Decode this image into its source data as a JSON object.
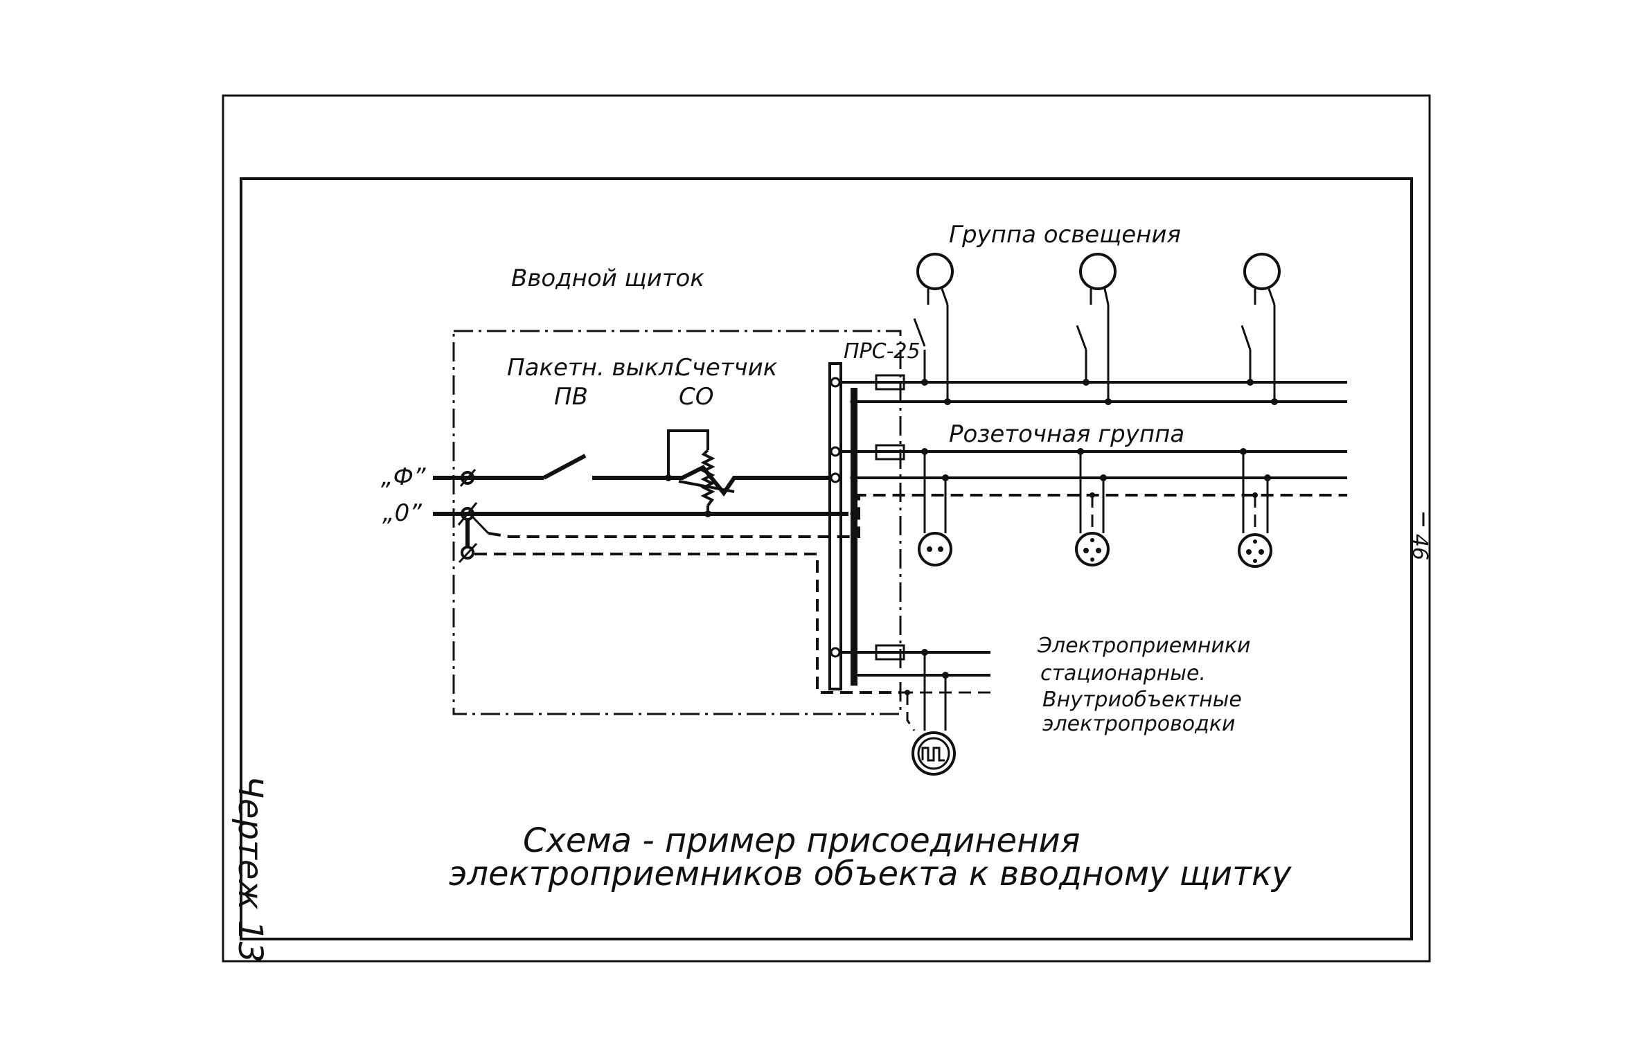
{
  "page_number": "46",
  "drawing_label": "Чертеж 13",
  "panel": {
    "title": "Вводной щиток",
    "switch_label": "Пакетн. выкл.",
    "switch_type": "ПВ",
    "meter_label": "Счетчик",
    "meter_type": "СО",
    "terminal_label": "ПРС-25",
    "phase_label": "„Ф”",
    "zero_label": "„0”"
  },
  "groups": {
    "lighting": "Группа   освещения",
    "sockets": "Розеточная      группа",
    "stationary": [
      "Электроприемники",
      "стационарные.",
      "Внутриобъектные",
      "электропроводки"
    ]
  },
  "caption": {
    "line1": "Схема - пример   присоединения",
    "line2": "электроприемников  объекта   к  вводному   щитку"
  }
}
